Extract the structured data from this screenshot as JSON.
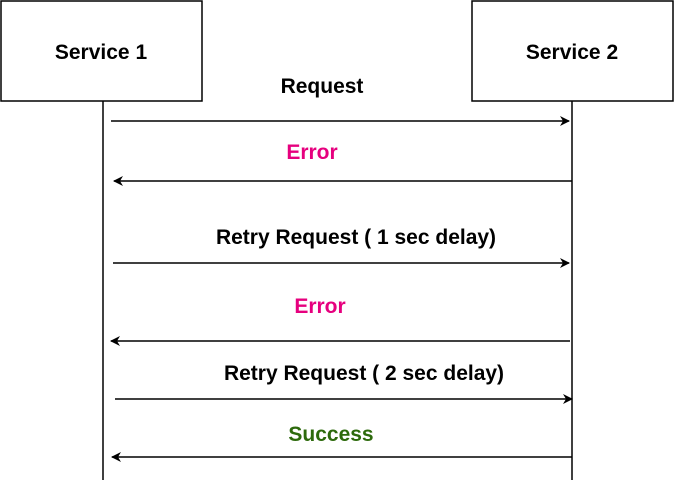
{
  "participants": [
    {
      "name": "Service 1"
    },
    {
      "name": "Service 2"
    }
  ],
  "messages": [
    {
      "label": "Request",
      "from": "Service 1",
      "to": "Service 2",
      "color": "#000000"
    },
    {
      "label": "Error",
      "from": "Service 2",
      "to": "Service 1",
      "color": "#e6007e"
    },
    {
      "label": "Retry Request ( 1 sec delay)",
      "from": "Service 1",
      "to": "Service 2",
      "color": "#000000"
    },
    {
      "label": "Error",
      "from": "Service 2",
      "to": "Service 1",
      "color": "#e6007e"
    },
    {
      "label": "Retry Request ( 2 sec delay)",
      "from": "Service 1",
      "to": "Service 2",
      "color": "#000000"
    },
    {
      "label": "Success",
      "from": "Service 2",
      "to": "Service 1",
      "color": "#2d6a0c"
    }
  ],
  "colors": {
    "line": "#000000",
    "box_border": "#000000",
    "box_fill": "#ffffff"
  }
}
